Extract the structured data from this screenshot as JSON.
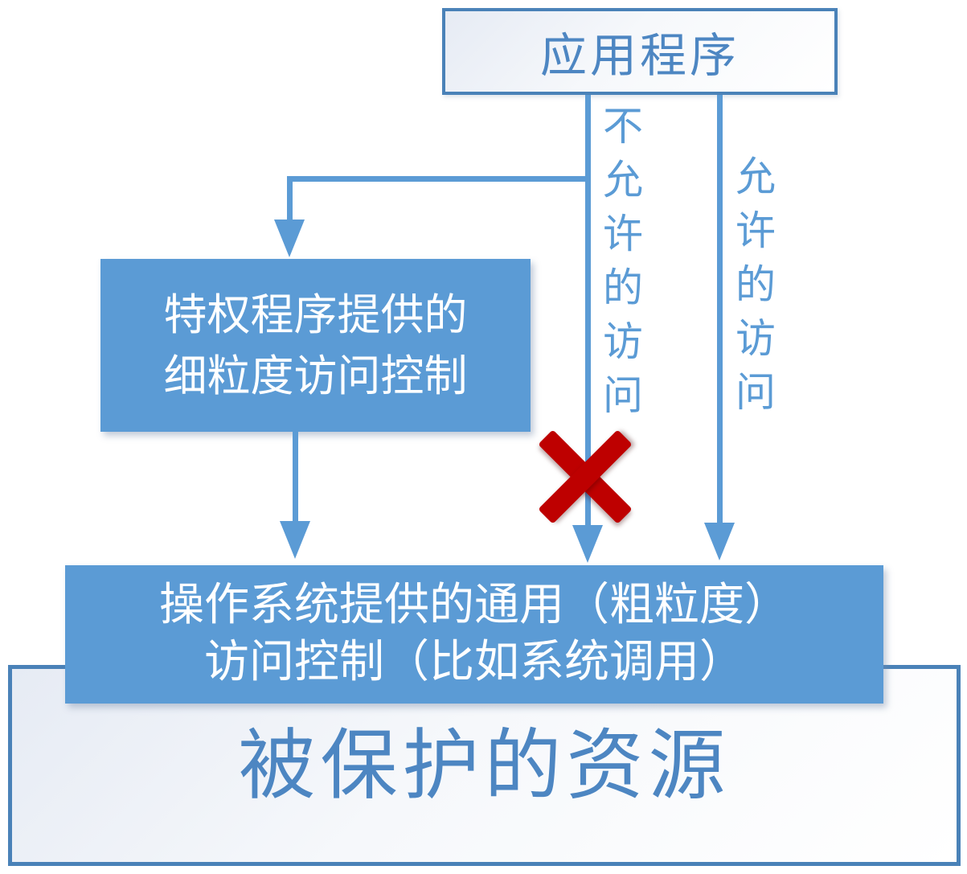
{
  "diagram": {
    "nodes": {
      "application": {
        "label": "应用程序"
      },
      "privileged": {
        "lines": [
          "特权程序提供的",
          "细粒度访问控制"
        ]
      },
      "os": {
        "lines": [
          "操作系统提供的通用（粗粒度）",
          "访问控制（比如系统调用）"
        ]
      },
      "resources": {
        "label": "被保护的资源"
      }
    },
    "edges": {
      "denied": {
        "label": "不允许的访问"
      },
      "allowed": {
        "label": "允许的访问"
      }
    },
    "colors": {
      "box_fill_blue": "#5b9bd5",
      "line_blue": "#5b9bd5",
      "border_blue": "#4a82b8",
      "text_blue": "#4d86c2",
      "cross_red": "#be0000",
      "box_text_white": "#ffffff"
    }
  }
}
